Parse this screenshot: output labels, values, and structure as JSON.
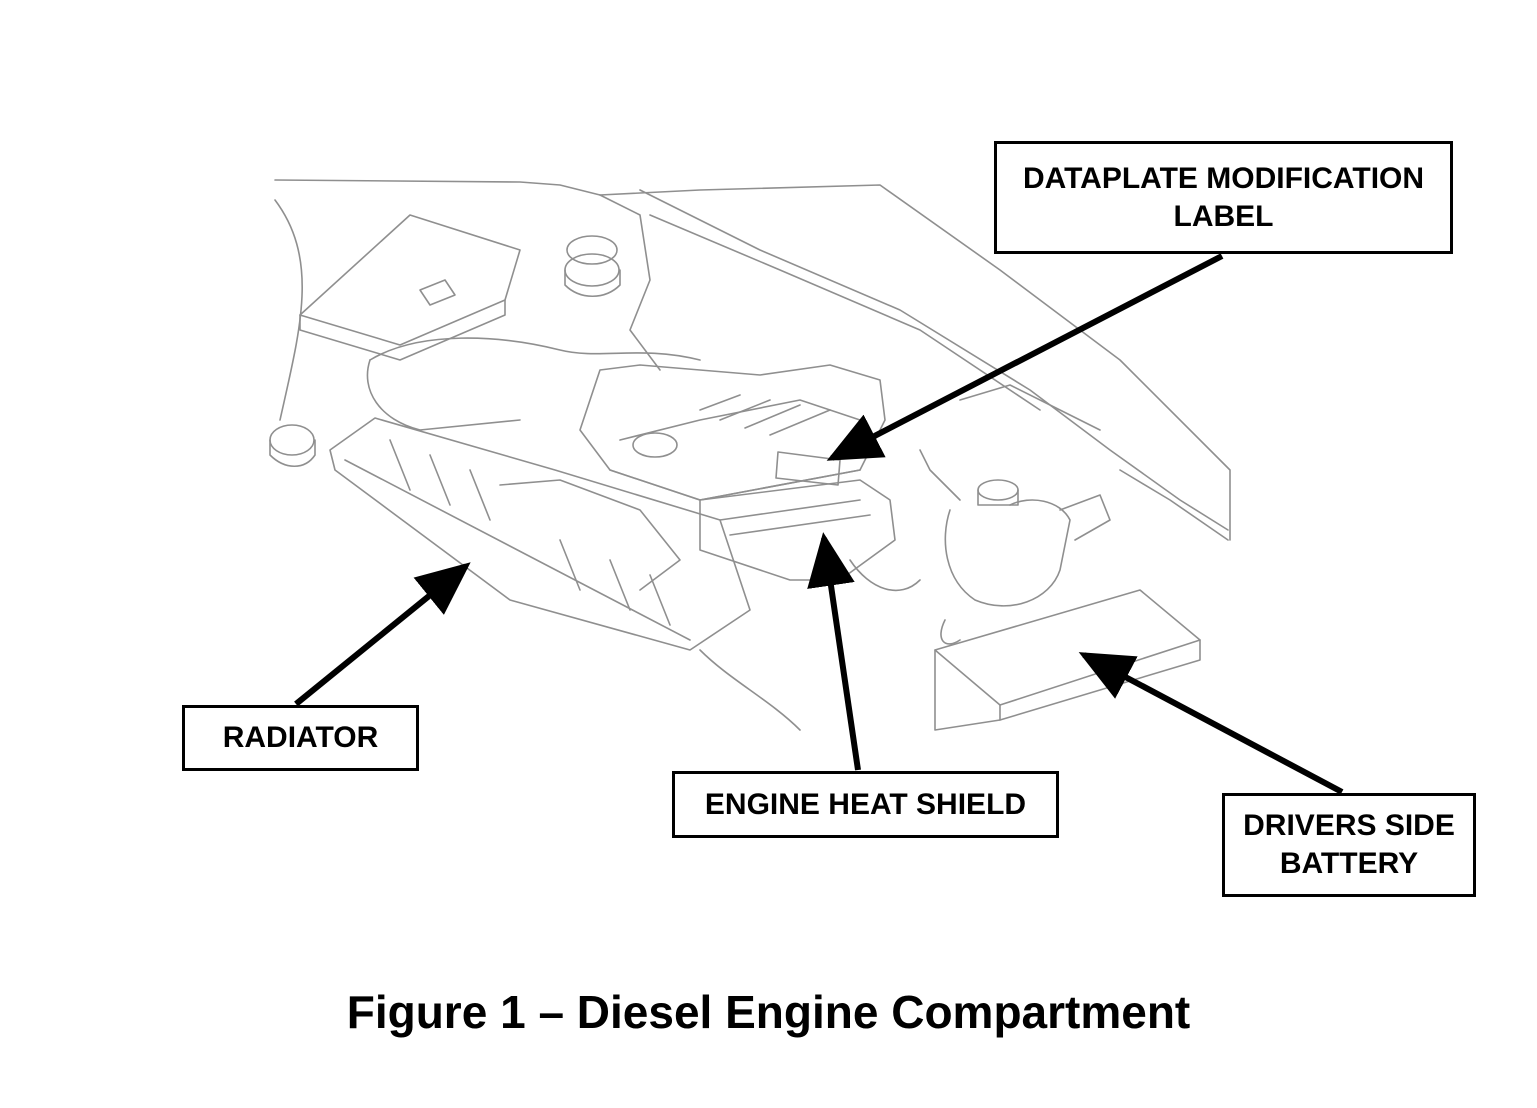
{
  "callouts": {
    "dataplate": {
      "line1": "DATAPLATE MODIFICATION",
      "line2": "LABEL"
    },
    "radiator": {
      "line1": "RADIATOR"
    },
    "heat_shield": {
      "line1": "ENGINE HEAT SHIELD"
    },
    "battery": {
      "line1": "DRIVERS SIDE",
      "line2": "BATTERY"
    }
  },
  "caption": "Figure 1 – Diesel Engine Compartment",
  "colors": {
    "ink": "#000000",
    "line_art": "#9a9a9a",
    "background": "#ffffff"
  }
}
